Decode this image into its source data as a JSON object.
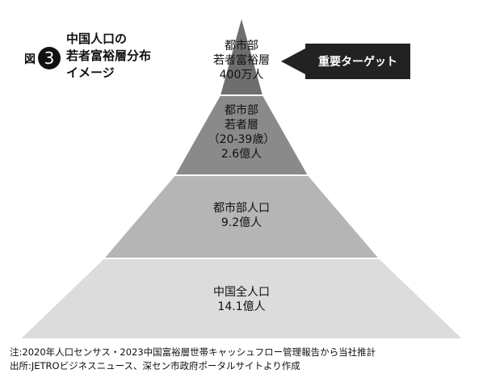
{
  "figure": {
    "prefix": "図",
    "number": "3",
    "title_lines": [
      "中国人口の",
      "若者富裕層分布",
      "イメージ"
    ]
  },
  "pyramid": {
    "levels": [
      {
        "lines": [
          "都市部",
          "若者富裕層",
          "400万人"
        ],
        "color": "#6e6e6e"
      },
      {
        "lines": [
          "都市部",
          "若者層",
          "（20-39歳）",
          "2.6億人"
        ],
        "color": "#8a8a8a"
      },
      {
        "lines": [
          "都市部人口",
          "9.2億人"
        ],
        "color": "#b5b5b5"
      },
      {
        "lines": [
          "中国全人口",
          "14.1億人"
        ],
        "color": "#dcdcdc"
      }
    ]
  },
  "callout": {
    "label": "重要ターゲット",
    "color": "#222222"
  },
  "notes": {
    "note": "注:2020年人口センサス・2023中国富裕層世帯キャッシュフロー管理報告から当社推計",
    "source": "出所:JETROビジネスニュース、深セン市政府ポータルサイトより作成"
  }
}
